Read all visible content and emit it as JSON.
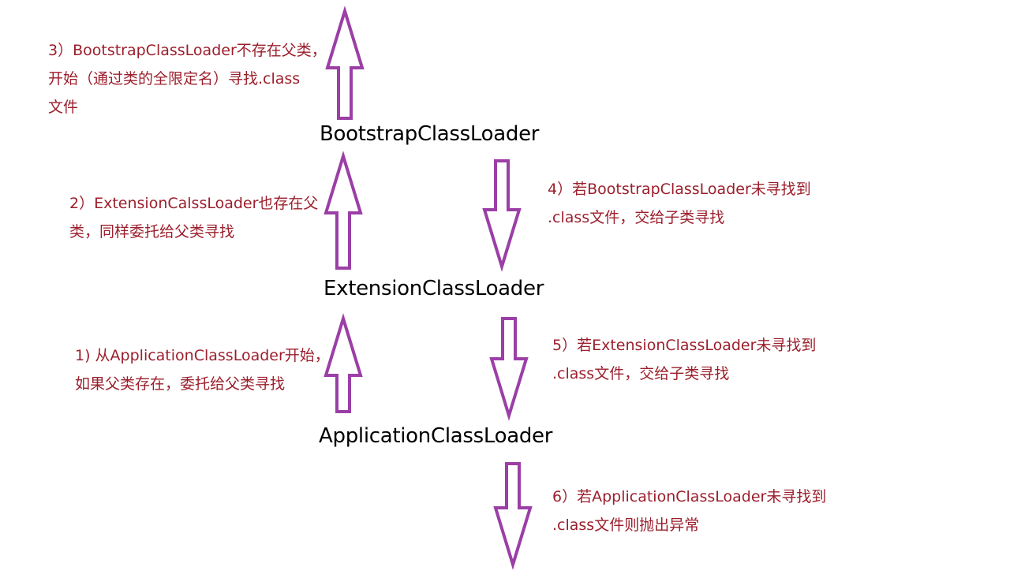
{
  "colors": {
    "note_text": "#9b1f2c",
    "arrow_stroke": "#9b3fa6",
    "loader_text": "#000000",
    "background": "#ffffff"
  },
  "loaders": {
    "bootstrap": "BootstrapClassLoader",
    "extension": "ExtensionClassLoader",
    "application": "ApplicationClassLoader"
  },
  "notes": {
    "step1": {
      "lines": [
        "1) 从ApplicationClassLoader开始，",
        "如果父类存在，委托给父类寻找"
      ]
    },
    "step2": {
      "lines": [
        "2）ExtensionCalssLoader也存在父",
        "类，同样委托给父类寻找"
      ]
    },
    "step3": {
      "lines": [
        "3）BootstrapClassLoader不存在父类，",
        "开始（通过类的全限定名）寻找.class",
        "文件"
      ]
    },
    "step4": {
      "lines": [
        "4）若BootstrapClassLoader未寻找到",
        ".class文件，交给子类寻找"
      ]
    },
    "step5": {
      "lines": [
        "5）若ExtensionClassLoader未寻找到",
        ".class文件，交给子类寻找"
      ]
    },
    "step6": {
      "lines": [
        "6）若ApplicationClassLoader未寻找到",
        ".class文件则抛出异常"
      ]
    }
  },
  "arrows": [
    {
      "name": "up-arrow-application-to-extension",
      "direction": "up"
    },
    {
      "name": "up-arrow-extension-to-bootstrap",
      "direction": "up"
    },
    {
      "name": "up-arrow-bootstrap-top",
      "direction": "up"
    },
    {
      "name": "down-arrow-bootstrap-to-extension",
      "direction": "down"
    },
    {
      "name": "down-arrow-extension-to-application",
      "direction": "down"
    },
    {
      "name": "down-arrow-application-bottom",
      "direction": "down"
    }
  ]
}
